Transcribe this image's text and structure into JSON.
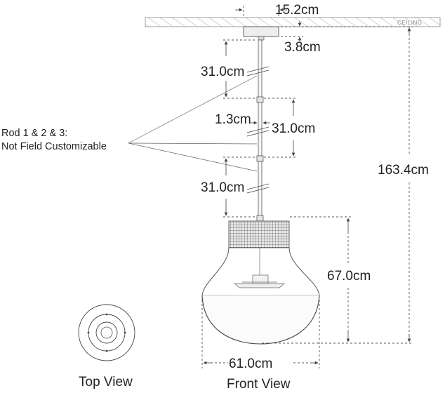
{
  "labels": {
    "canopy_width": "15.2cm",
    "canopy_height": "3.8cm",
    "rod_1": "31.0cm",
    "rod_diameter": "1.3cm",
    "rod_2": "31.0cm",
    "rod_3": "31.0cm",
    "overall_height": "163.4cm",
    "shade_height": "67.0cm",
    "shade_width": "61.0cm",
    "ceiling": "CEILING",
    "rod_note_line1": "Rod 1 & 2 & 3:",
    "rod_note_line2": "Not Field Customizable",
    "top_view": "Top View",
    "front_view": "Front View"
  }
}
